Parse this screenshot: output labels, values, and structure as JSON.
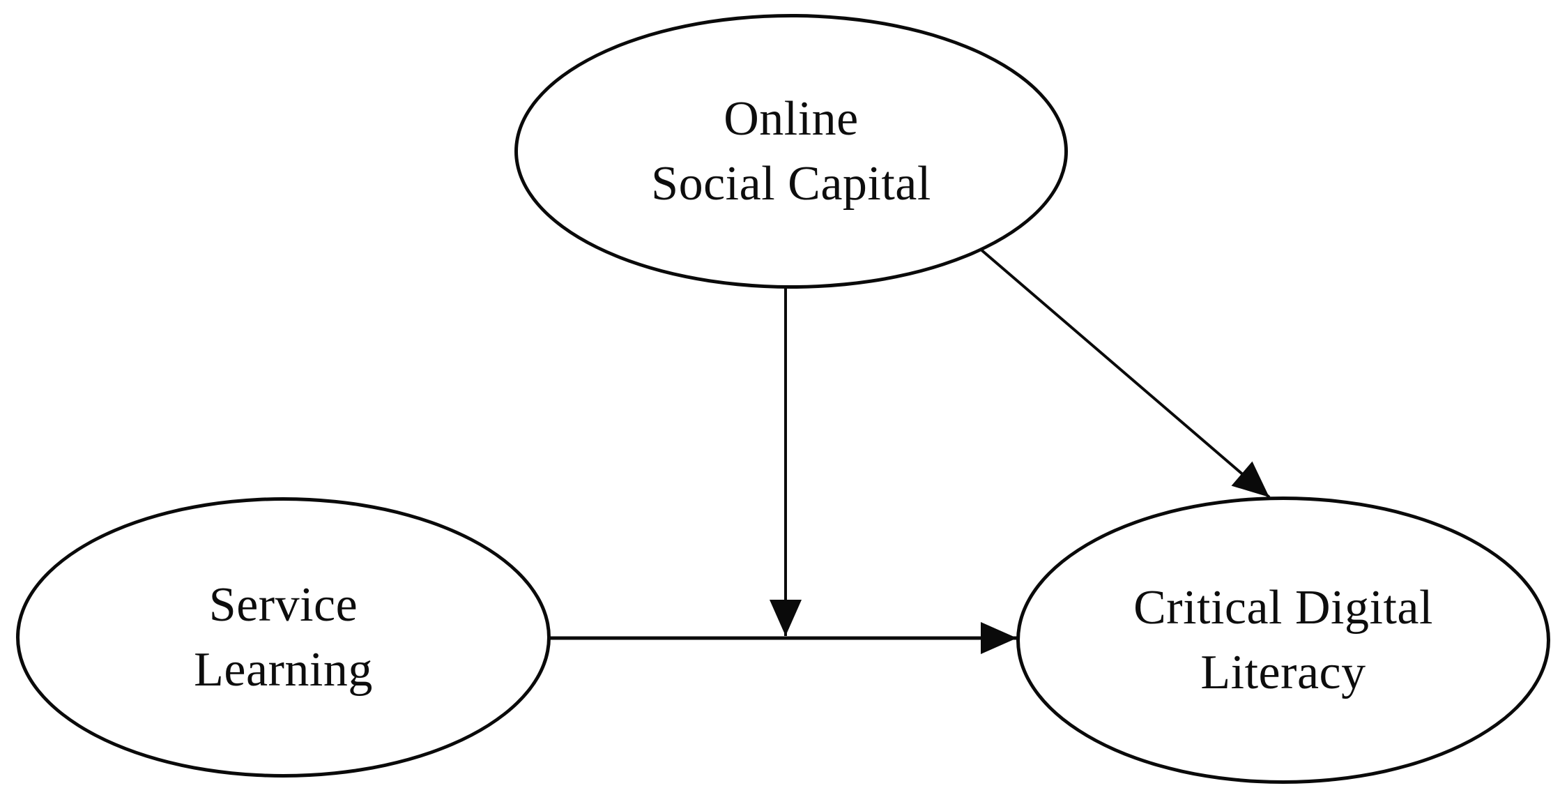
{
  "figure": {
    "type": "path-diagram",
    "background_color": "#ffffff",
    "stroke_color": "#0a0a0a",
    "nodes": [
      {
        "id": "online-social-capital",
        "lines": [
          "Online",
          "Social Capital"
        ]
      },
      {
        "id": "service-learning",
        "lines": [
          "Service",
          "Learning"
        ]
      },
      {
        "id": "critical-digital-literacy",
        "lines": [
          "Critical Digital",
          "Literacy"
        ]
      }
    ],
    "edges": [
      {
        "from": "Online Social Capital",
        "to": "Service Learning to Critical Digital Literacy path",
        "direction": "down"
      },
      {
        "from": "Online Social Capital",
        "to": "Critical Digital Literacy",
        "direction": "diagonal-down-right"
      },
      {
        "from": "Service Learning",
        "to": "Critical Digital Literacy",
        "direction": "right"
      }
    ]
  }
}
